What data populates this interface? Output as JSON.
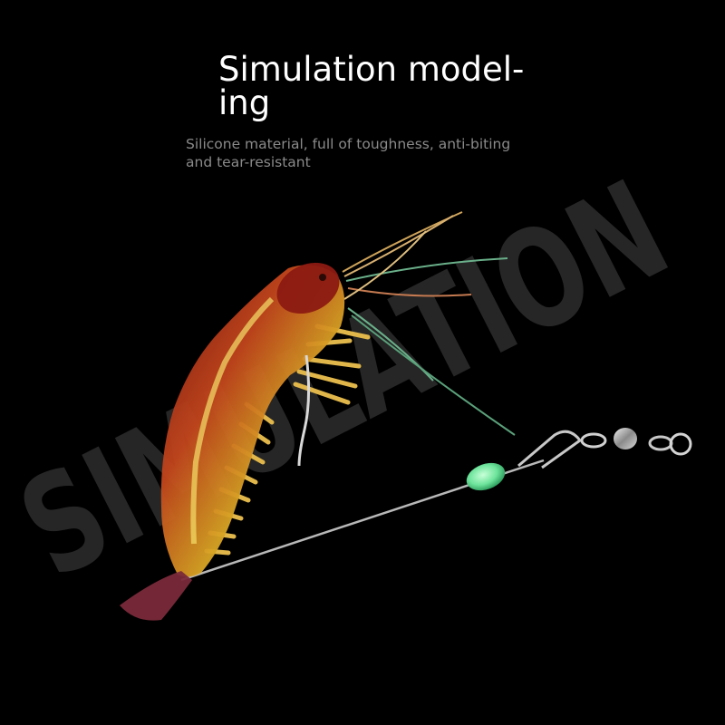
{
  "headline": {
    "line1": "Simulation model-",
    "line2": "ing"
  },
  "subtitle": {
    "line1": "Silicone material, full of toughness, anti-biting",
    "line2": "and tear-resistant"
  },
  "watermark": "SIMULATION",
  "colors": {
    "background": "#000000",
    "headline": "#ffffff",
    "subtitle": "#8a8a8a",
    "watermark": "#262626",
    "glow_bead": "#7cf0a8",
    "shrimp_body": "#c89a1e",
    "shrimp_head": "#8a1a12"
  }
}
